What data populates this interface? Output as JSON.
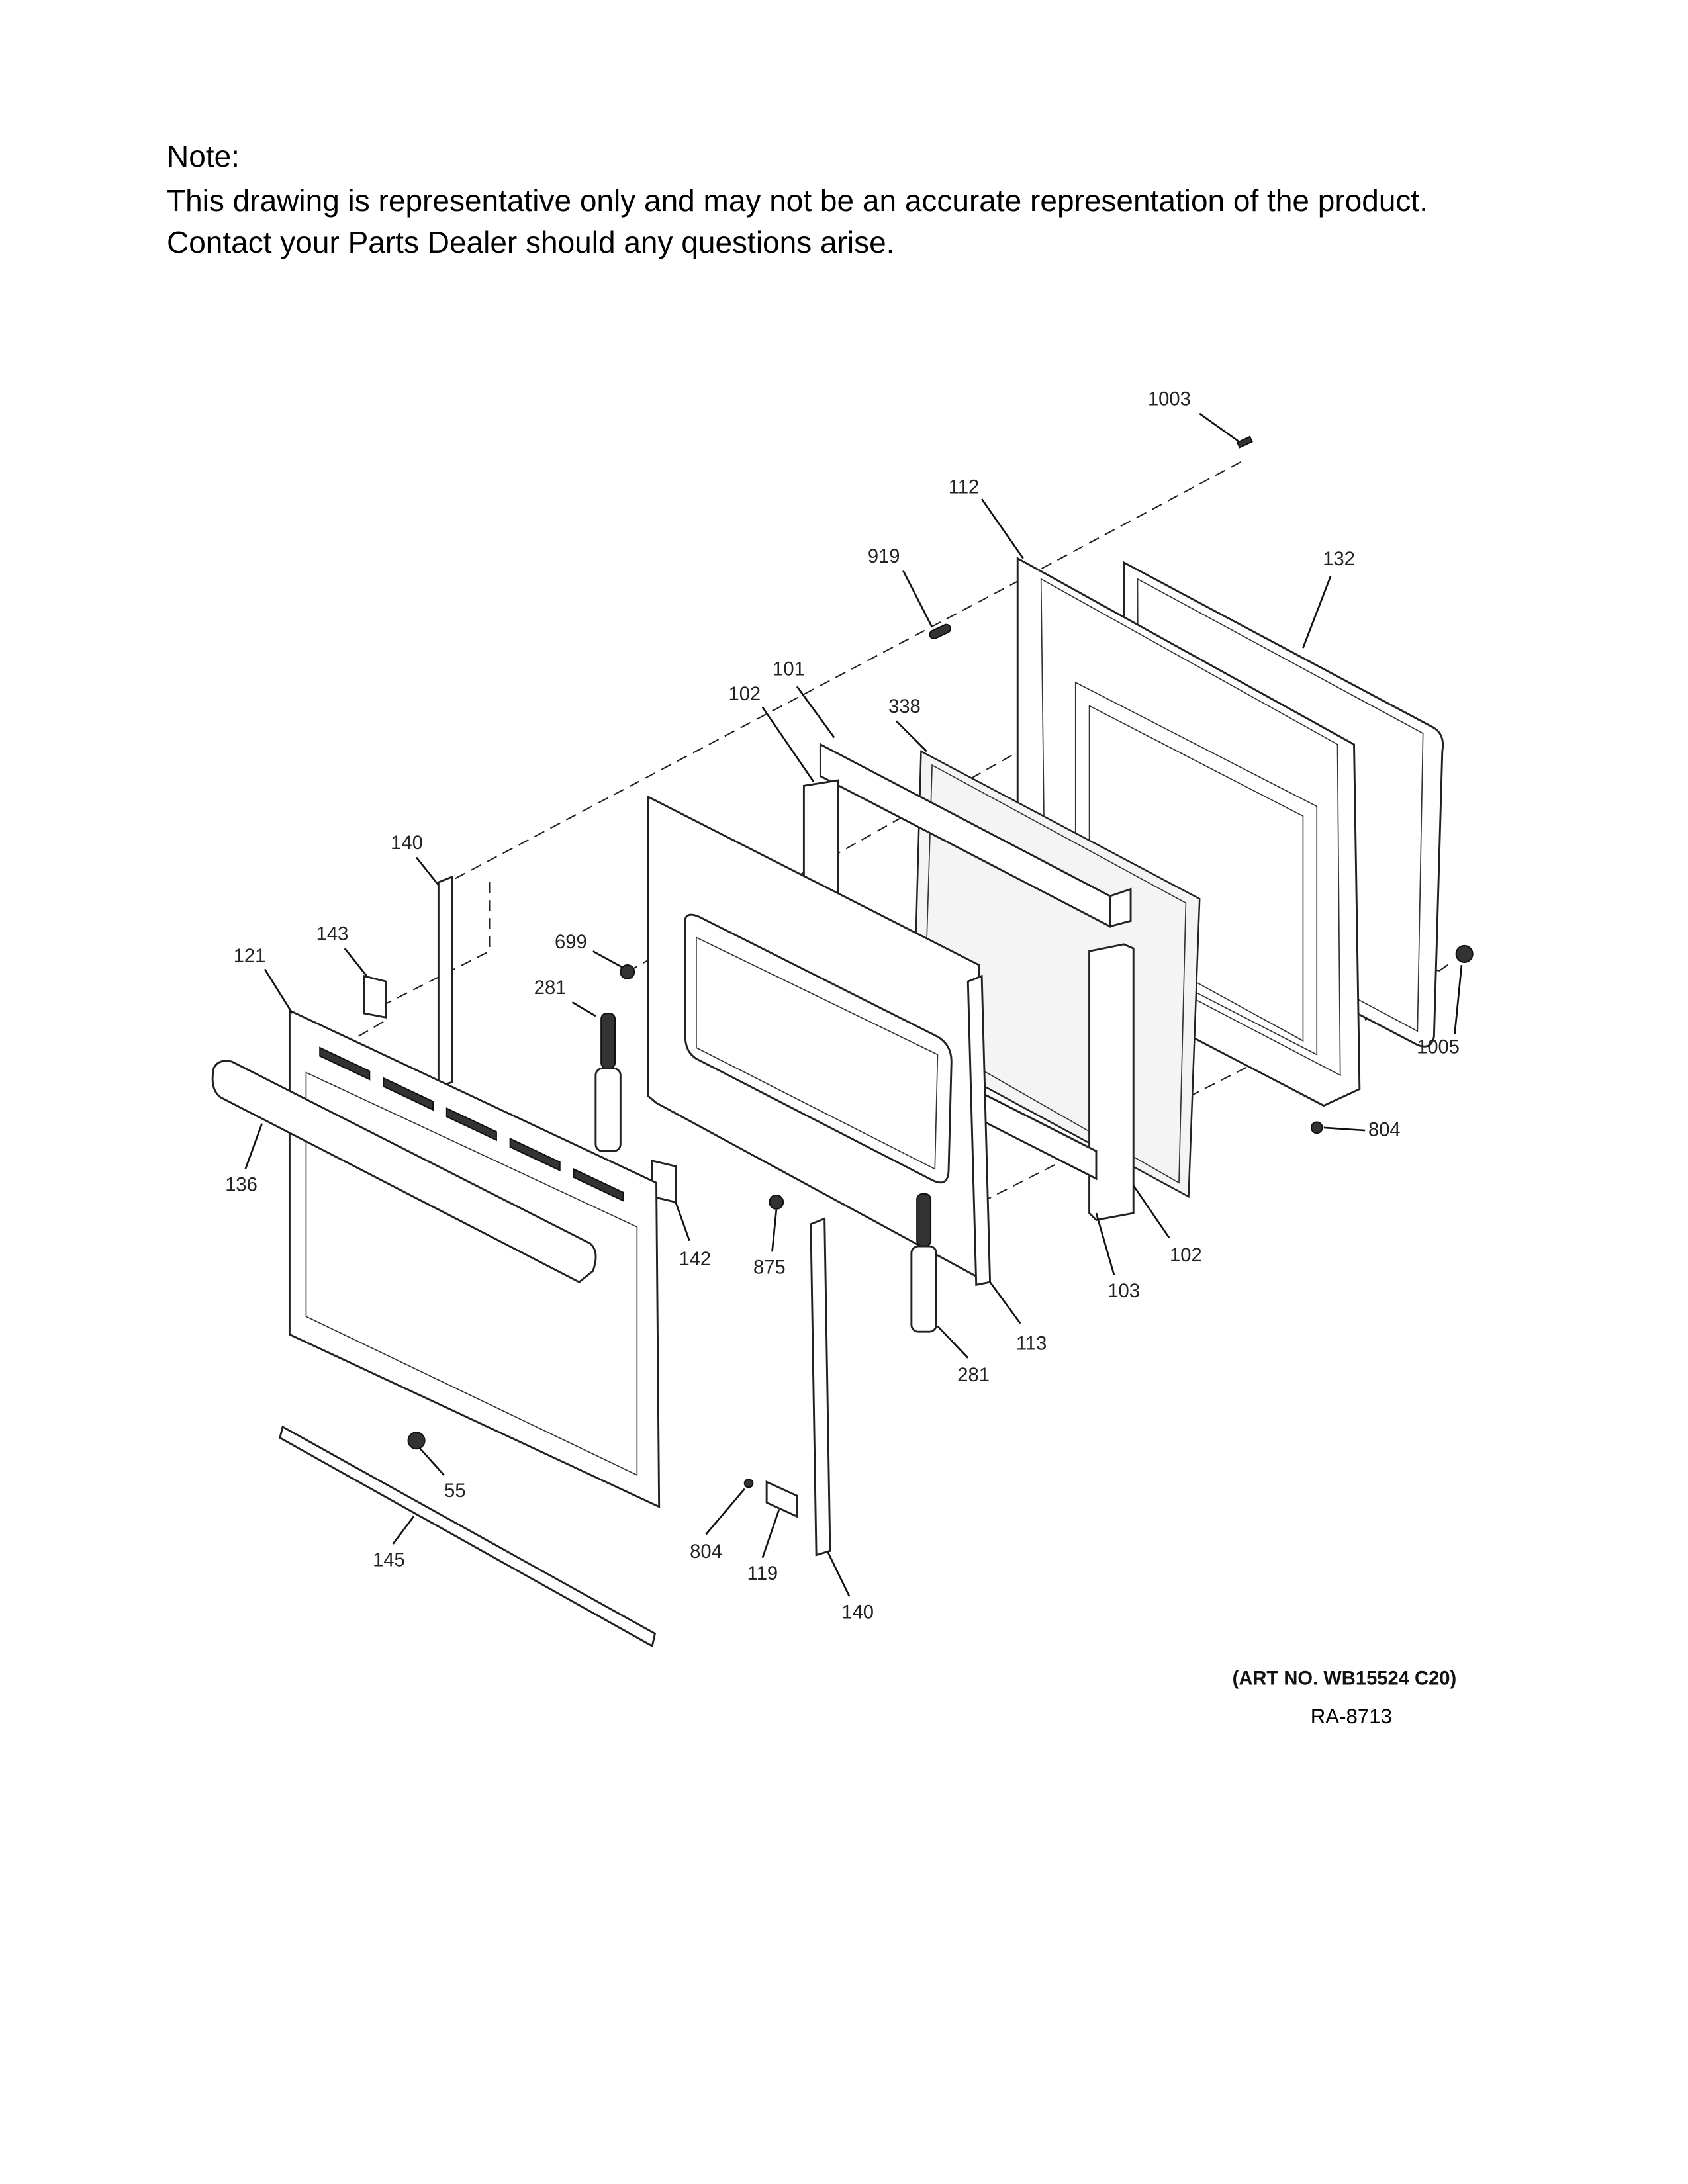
{
  "note": {
    "heading": "Note:",
    "line1": "This drawing is representative only and may not be an accurate representation of the product.",
    "line2": "Contact your Parts Dealer should any questions arise."
  },
  "callouts": {
    "c1003": "1003",
    "c112": "112",
    "c919": "919",
    "c132": "132",
    "c101": "101",
    "c102_top": "102",
    "c338": "338",
    "c140_top": "140",
    "c143": "143",
    "c121": "121",
    "c699": "699",
    "c281_top": "281",
    "c1005": "1005",
    "c804_right": "804",
    "c136": "136",
    "c142": "142",
    "c875": "875",
    "c102_bottom": "102",
    "c103": "103",
    "c113": "113",
    "c281_bottom": "281",
    "c55": "55",
    "c145": "145",
    "c804_bottom": "804",
    "c119": "119",
    "c140_bottom": "140"
  },
  "footer": {
    "art_no": "(ART NO. WB15524 C20)",
    "ra": "RA-8713"
  }
}
